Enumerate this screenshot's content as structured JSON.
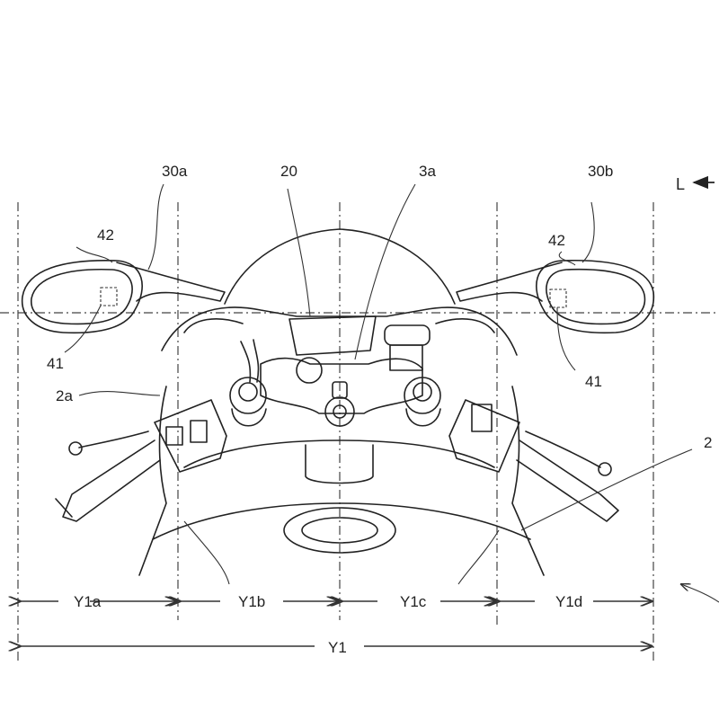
{
  "labels": {
    "mirror_left": "30a",
    "meter": "20",
    "steering": "3a",
    "mirror_right": "30b",
    "direction": "L",
    "camera_cover_left": "42",
    "camera_cover_right": "42",
    "camera_left": "41",
    "camera_right": "41",
    "handle_left": "2a",
    "body": "2"
  },
  "dimensions": {
    "y1a": "Y1a",
    "y1b": "Y1b",
    "y1c": "Y1c",
    "y1d": "Y1d",
    "y1": "Y1"
  }
}
